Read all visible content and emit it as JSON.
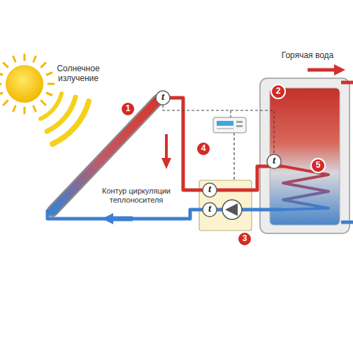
{
  "diagram": {
    "labels": [
      "Солнечное излучение",
      "Горячая вода",
      "Контур циркуляции теплоносителя",
      "1",
      "2",
      "3",
      "4",
      "5",
      "t",
      "t",
      "t",
      "t"
    ]
  }
}
